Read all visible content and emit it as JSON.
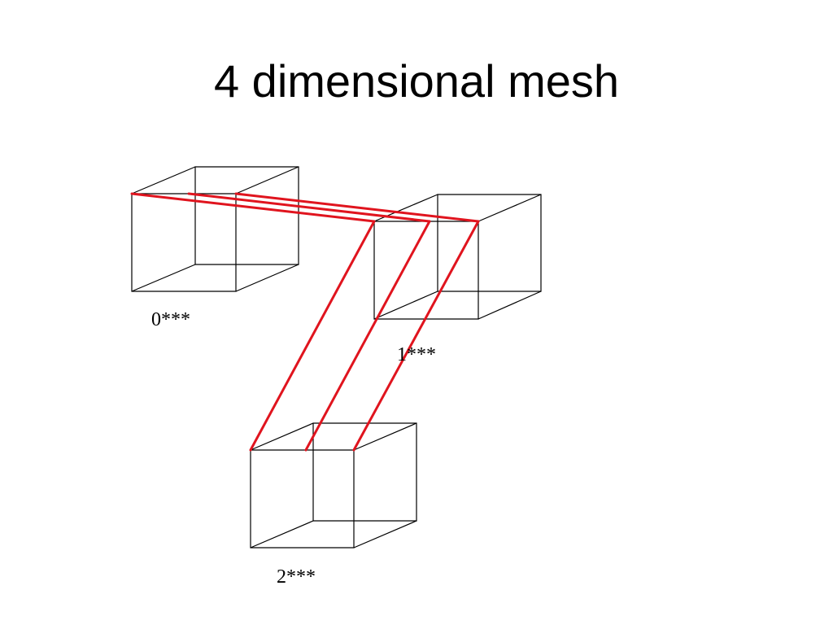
{
  "slide": {
    "title": "4 dimensional mesh"
  },
  "diagram": {
    "cubes": [
      {
        "id": "cube-0",
        "label": "0***"
      },
      {
        "id": "cube-1",
        "label": "1***"
      },
      {
        "id": "cube-2",
        "label": "2***"
      }
    ],
    "link_color": "#e0141e",
    "edge_color": "#000000"
  }
}
